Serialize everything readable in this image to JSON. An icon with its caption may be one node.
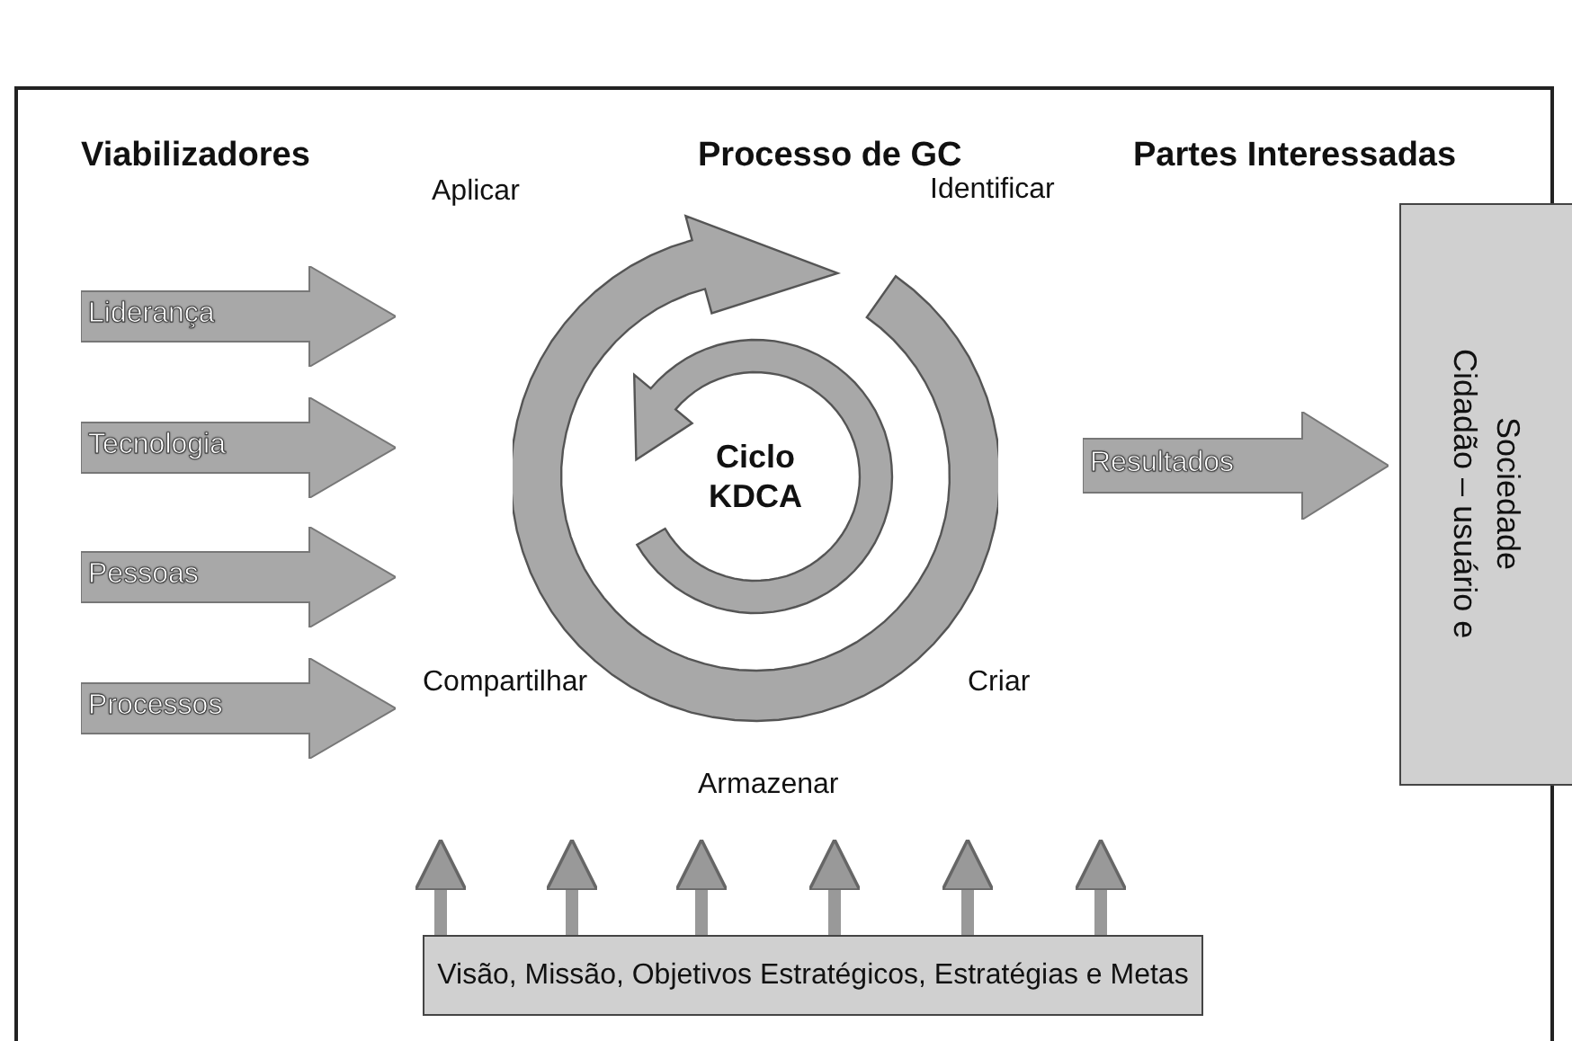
{
  "diagram": {
    "nodes": [
      {
        "text": [
          "Liderança"
        ]
      },
      {
        "text": [
          "Tecnologia"
        ]
      },
      {
        "text": [
          "Pessoas"
        ]
      },
      {
        "text": [
          "Processos"
        ]
      },
      {
        "text": [
          "Ciclo KDCA"
        ]
      },
      {
        "text": [
          "Resultados"
        ]
      },
      {
        "text": [
          "Cidadão – usuário e Sociedade"
        ]
      },
      {
        "text": [
          "Visão, Missão, Objetivos Estratégicos, Estratégias e Metas"
        ]
      }
    ],
    "edges": [
      {
        "from": 7,
        "to": null,
        "arrow": "to"
      },
      {
        "from": 7,
        "to": null,
        "arrow": "to"
      },
      {
        "from": 7,
        "to": null,
        "arrow": "to"
      },
      {
        "from": 7,
        "to": null,
        "arrow": "to"
      },
      {
        "from": 7,
        "to": null,
        "arrow": "to"
      },
      {
        "from": 7,
        "to": null,
        "arrow": "to"
      }
    ],
    "labels": [
      "Viabilizadores",
      "Processo de GC",
      "Partes Interessadas",
      "Aplicar",
      "Identificar",
      "Compartilhar",
      "Criar",
      "Armazenar"
    ]
  }
}
